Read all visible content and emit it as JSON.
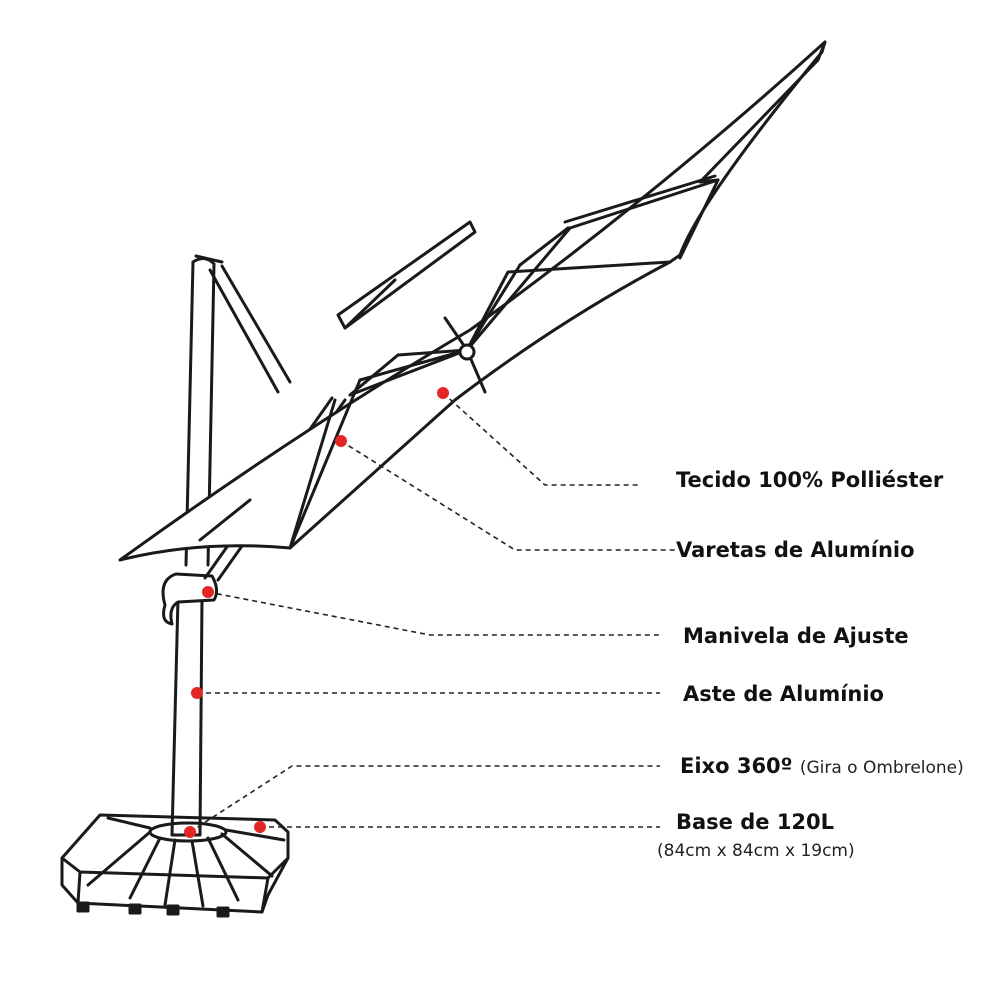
{
  "labels": {
    "fabric": "Tecido 100% Polliéster",
    "ribs": "Varetas de Alumínio",
    "crank": "Manivela de Ajuste",
    "pole": "Aste de  Alumínio",
    "rotation": "Eixo 360º",
    "rotation_note": "(Gira o Ombrelone)",
    "base": "Base de 120L",
    "base_dims": "(84cm x 84cm x 19cm)"
  },
  "colors": {
    "line": "#1a1a1a",
    "marker": "#e32626"
  }
}
